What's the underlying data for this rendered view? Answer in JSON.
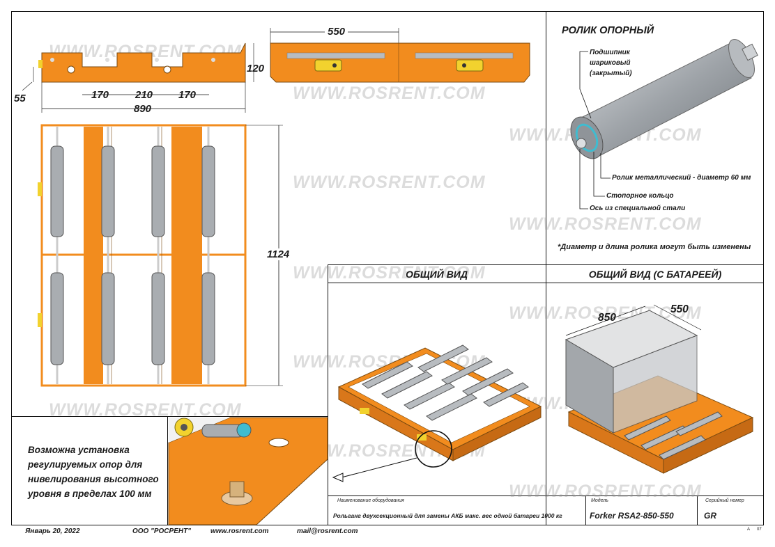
{
  "watermark": "WWW.ROSRENT.COM",
  "dims": {
    "side_w": "550",
    "h120": "120",
    "h55": "55",
    "d170a": "170",
    "d210": "210",
    "d170b": "170",
    "d890": "890",
    "d1124": "1124",
    "box850": "850",
    "box550": "550"
  },
  "sections": {
    "roller_title": "РОЛИК ОПОРНЫЙ",
    "general_view": "ОБЩИЙ ВИД",
    "general_view_battery": "ОБЩИЙ ВИД (С БАТАРЕЕЙ)"
  },
  "roller_labels": {
    "bearing": "Подшипник шариковый (закрытый)",
    "roller": "Ролик металлический - диаметр 60 мм",
    "ring": "Стопорное кольцо",
    "axle": "Ось из специальной стали",
    "note": "*Диаметр и длина ролика могут быть изменены"
  },
  "note": "Возможна установка регулируемых опор для нивелирования высотного уровня в пределах 100 мм",
  "title_block": {
    "name_caption": "Наименование оборудования",
    "name_value": "Рольганг двухсекционный для замены АКБ макс. вес одной батареи 1000 кг",
    "model_caption": "Модель",
    "model_value": "Forker RSA2-850-550",
    "serial_caption": "Серийный номер",
    "serial_value": "GR",
    "sheet_a": "А",
    "sheet_b": "07"
  },
  "footer": {
    "date": "Январь 20, 2022",
    "company": "ООО \"РОСРЕНТ\"",
    "site": "www.rosrent.com",
    "mail": "mail@rosrent.com"
  },
  "colors": {
    "orange": "#F28C1E",
    "roller": "#A9ADB1",
    "frame": "#111111"
  }
}
